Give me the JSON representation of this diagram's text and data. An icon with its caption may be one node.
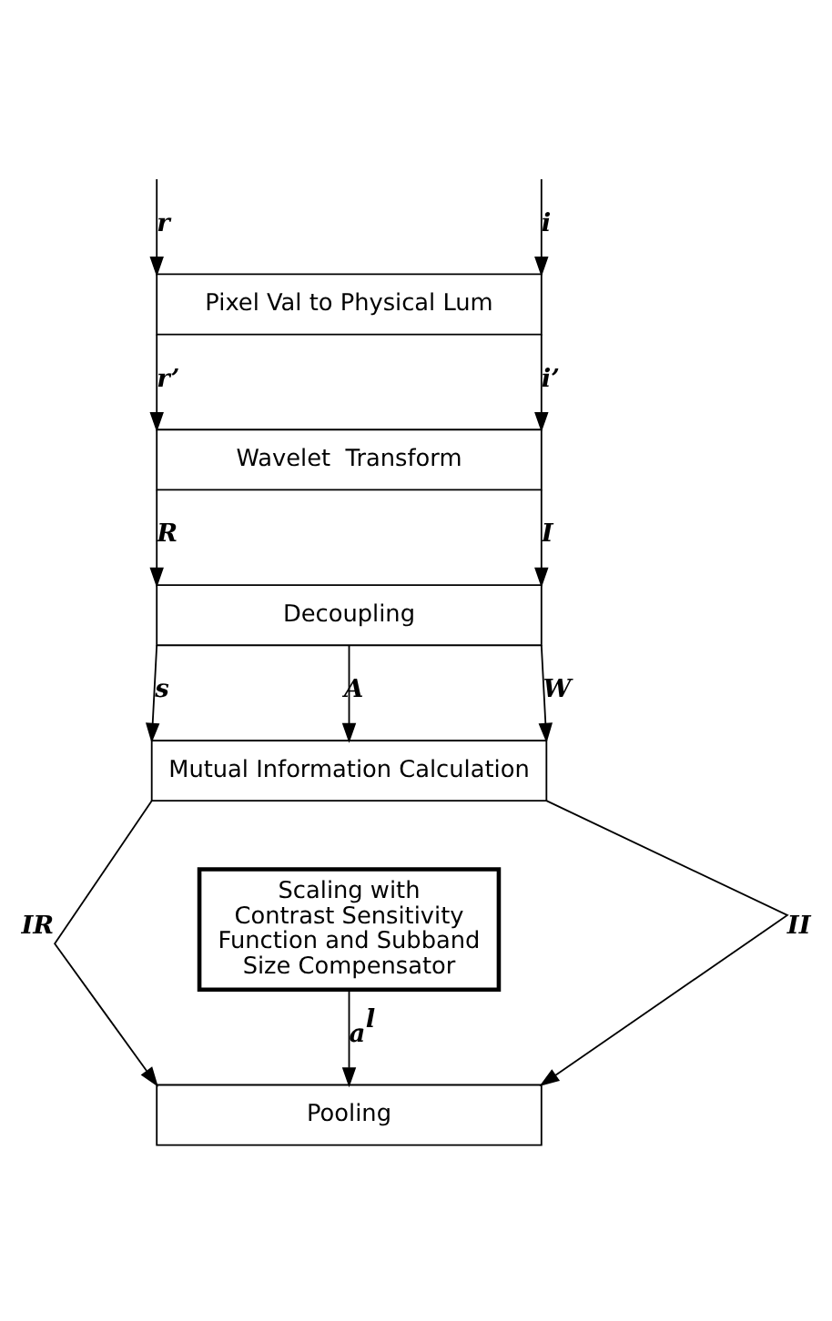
{
  "diagram": {
    "nodes": [
      {
        "text": [
          "Pixel Val to Physical Lum"
        ]
      },
      {
        "text": [
          "Wavelet  Transform"
        ]
      },
      {
        "text": [
          "Decoupling"
        ]
      },
      {
        "text": [
          "Mutual Information Calculation"
        ]
      },
      {
        "text": [
          "Scaling with Contrast Sensitivity Function and Subband Size Compensator"
        ]
      },
      {
        "text": [
          "Pooling"
        ]
      }
    ],
    "edges": [
      {
        "from": null,
        "to": 0,
        "arrow": "to",
        "label": "r"
      },
      {
        "from": null,
        "to": 0,
        "arrow": "to",
        "label": "i"
      },
      {
        "from": 0,
        "to": 1,
        "arrow": "to",
        "label": "r’"
      },
      {
        "from": 0,
        "to": 1,
        "arrow": "to",
        "label": "i’"
      },
      {
        "from": 1,
        "to": 2,
        "arrow": "to",
        "label": "R"
      },
      {
        "from": 1,
        "to": 2,
        "arrow": "to",
        "label": "I"
      },
      {
        "from": 2,
        "to": 3,
        "arrow": "to",
        "label": "s"
      },
      {
        "from": 2,
        "to": 3,
        "arrow": "to",
        "label": "A"
      },
      {
        "from": 2,
        "to": 3,
        "arrow": "to",
        "label": "W"
      },
      {
        "from": 3,
        "to": 5,
        "arrow": "to",
        "label": "IR"
      },
      {
        "from": 4,
        "to": 5,
        "arrow": "to",
        "label": "a$^{l}$"
      },
      {
        "from": 3,
        "to": 5,
        "arrow": "to",
        "label": "II"
      }
    ]
  }
}
